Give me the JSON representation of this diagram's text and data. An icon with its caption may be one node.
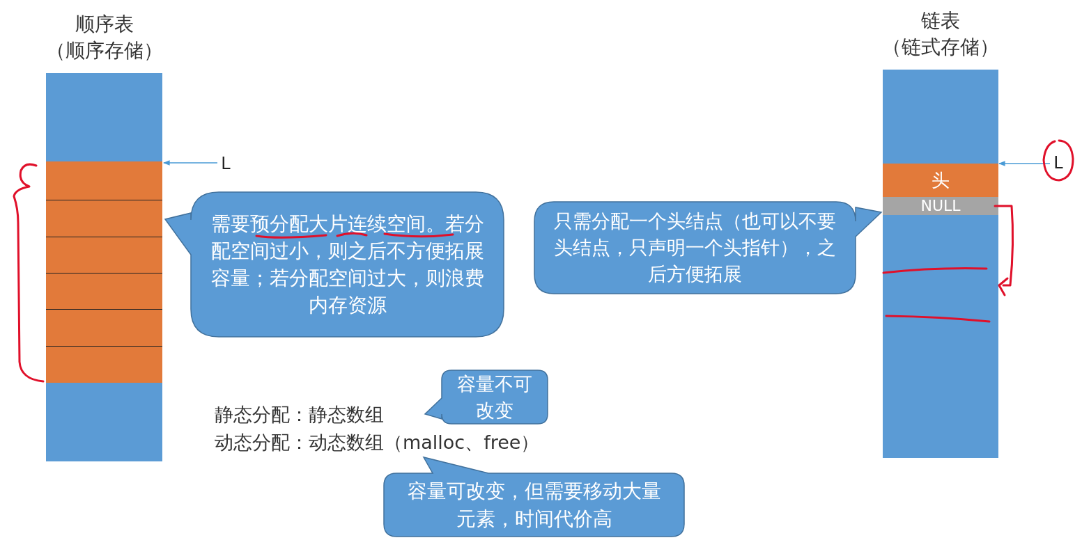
{
  "diagram": {
    "nodes": [
      {
        "text": [
          "顺序表",
          "（顺序存储）"
        ]
      },
      {
        "text": [
          "L"
        ]
      },
      {
        "text": [
          "需要预分配大片连续空间。若分配空间过小，则之后不方便拓展容量；若分配空间过大，则浪费内存资源"
        ]
      },
      {
        "text": [
          "链表",
          "（链式存储）"
        ]
      },
      {
        "text": [
          "头"
        ],
        "in": 3
      },
      {
        "text": [
          "NULL"
        ],
        "in": 3
      },
      {
        "text": [
          "L"
        ]
      },
      {
        "text": [
          "只需分配一个头结点（也可以不要头结点，只声明一个头指针），之后方便拓展"
        ]
      },
      {
        "text": [
          "容量不可改变"
        ]
      },
      {
        "text": [
          "容量可改变，但需要移动大量元素，时间代价高"
        ]
      }
    ],
    "edges": [
      {
        "from": 1,
        "to": 0,
        "arrow": "to"
      },
      {
        "from": 6,
        "to": 4,
        "arrow": "to"
      }
    ],
    "labels": [
      "静态分配：静态数组",
      "动态分配：动态数组（malloc、free）"
    ]
  }
}
